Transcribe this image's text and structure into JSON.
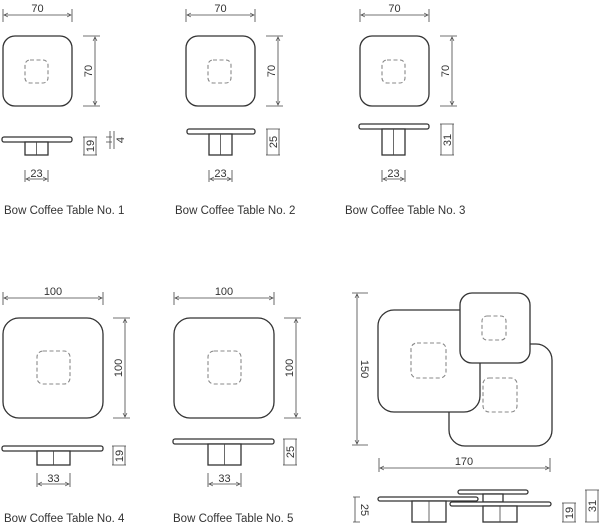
{
  "tables": [
    {
      "name": "Bow Coffee Table No. 1",
      "width": "70",
      "depth": "70",
      "height": "19",
      "top_thickness": "4",
      "base": "23"
    },
    {
      "name": "Bow Coffee Table No. 2",
      "width": "70",
      "depth": "70",
      "height": "25",
      "base": "23"
    },
    {
      "name": "Bow Coffee Table No. 3",
      "width": "70",
      "depth": "70",
      "height": "31",
      "base": "23"
    },
    {
      "name": "Bow Coffee Table No. 4",
      "width": "100",
      "depth": "100",
      "height": "19",
      "base": "33"
    },
    {
      "name": "Bow Coffee Table No. 5",
      "width": "100",
      "depth": "100",
      "height": "25",
      "base": "33"
    }
  ],
  "composite": {
    "width": "170",
    "depth": "150",
    "height_left": "25",
    "height_mid": "19",
    "height_right": "31"
  }
}
